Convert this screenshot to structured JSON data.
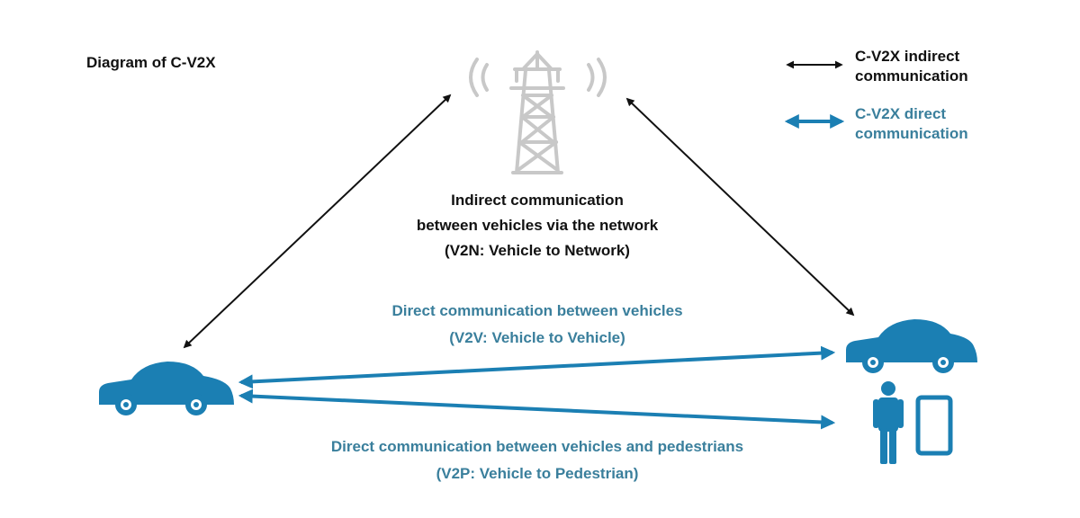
{
  "title": "Diagram of C-V2X",
  "legend": {
    "indirect": "C-V2X indirect communication",
    "direct": "C-V2X direct communication"
  },
  "v2n": {
    "line1": "Indirect communication",
    "line2": "between vehicles via the network",
    "line3": "(V2N: Vehicle to Network)"
  },
  "v2v": {
    "line1": "Direct communication between vehicles",
    "line2": "(V2V: Vehicle to Vehicle)"
  },
  "v2p": {
    "line1": "Direct communication between vehicles and pedestrians",
    "line2": "(V2P: Vehicle to Pedestrian)"
  },
  "colors": {
    "accent": "#1b7fb3",
    "teal_text": "#3a7f9c",
    "tower": "#c8c8c8",
    "dark": "#111111"
  },
  "icons": [
    "cell-tower-icon",
    "car-icon",
    "person-icon",
    "smartphone-icon"
  ]
}
